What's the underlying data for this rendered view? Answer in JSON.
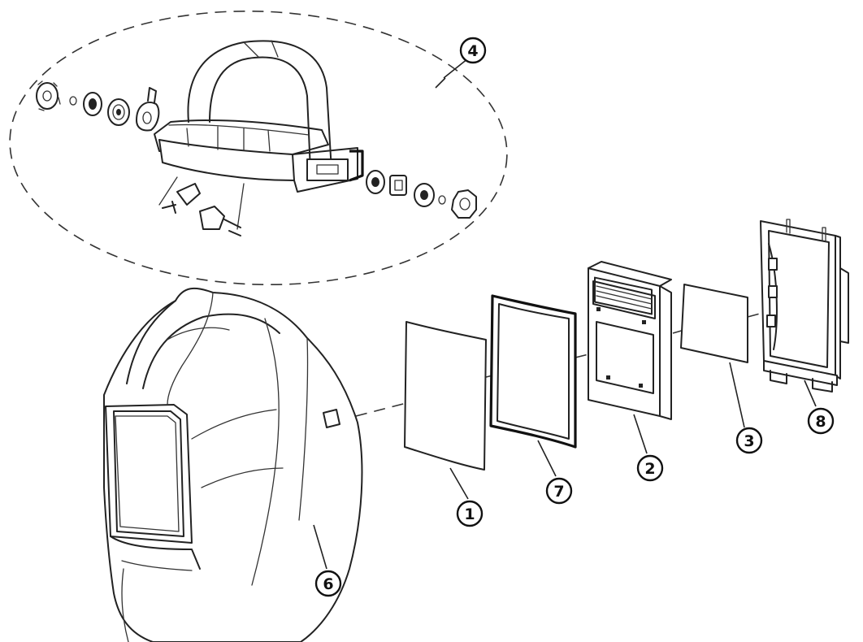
{
  "diagram": {
    "callouts": [
      {
        "id": "c1",
        "label": "1"
      },
      {
        "id": "c2",
        "label": "2"
      },
      {
        "id": "c3",
        "label": "3"
      },
      {
        "id": "c4",
        "label": "4"
      },
      {
        "id": "c6",
        "label": "6"
      },
      {
        "id": "c7",
        "label": "7"
      },
      {
        "id": "c8",
        "label": "8"
      }
    ]
  }
}
